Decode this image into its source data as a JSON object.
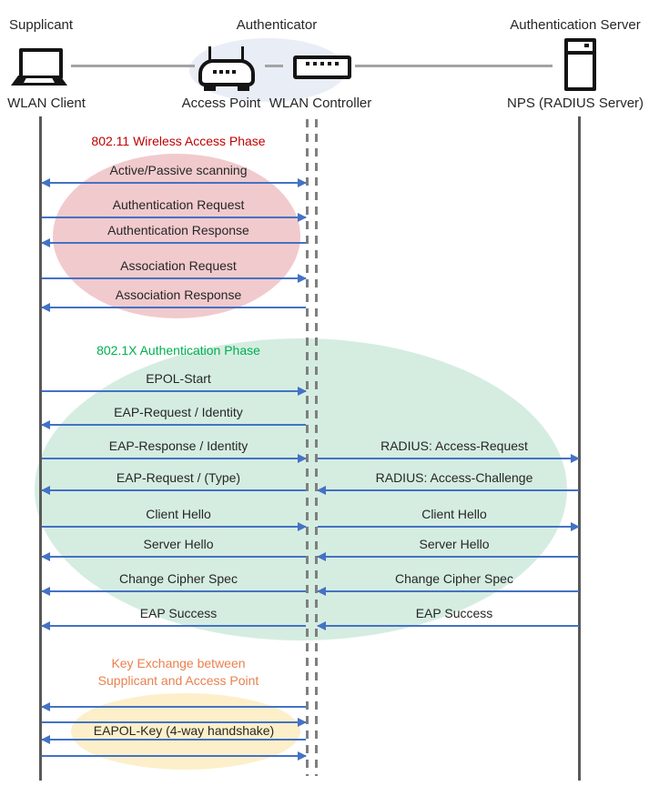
{
  "palette": {
    "arrow_blue": "#4472C4",
    "lifeline_gray": "#595959",
    "dashed_lifeline_gray": "#7F7F7F",
    "connector_gray": "#A3A3A3",
    "text_dark": "#262626",
    "phase1_title_red": "#C00000",
    "phase1_fill_pink": "#F1CACD",
    "phase2_title_green": "#00B050",
    "phase2_fill_mint": "#D5EDE1",
    "phase3_title_orange": "#E8814F",
    "phase3_fill_yellow": "#FDEFC9",
    "authenticator_fill_blue": "#E9EDF6",
    "icon_black": "#141414"
  },
  "actors": {
    "supplicant": {
      "role": "Supplicant",
      "device": "WLAN Client",
      "icon": "laptop-icon"
    },
    "authenticator": {
      "role": "Authenticator",
      "devices": [
        "Access Point",
        "WLAN Controller"
      ],
      "icons": [
        "access-point-icon",
        "wlan-controller-icon"
      ]
    },
    "authentication_server": {
      "role": "Authentication Server",
      "device": "NPS (RADIUS Server)",
      "icon": "server-icon"
    }
  },
  "phases": [
    {
      "name": "802.11 Wireless Access Phase",
      "title_color": "#C00000",
      "between": [
        "WLAN Client",
        "WLAN Controller"
      ],
      "messages": [
        {
          "label": "Active/Passive scanning",
          "dir": "both"
        },
        {
          "label": "Authentication Request",
          "dir": "right"
        },
        {
          "label": "Authentication Response",
          "dir": "left"
        },
        {
          "label": "Association Request",
          "dir": "right"
        },
        {
          "label": "Association Response",
          "dir": "left"
        }
      ]
    },
    {
      "name": "802.1X Authentication Phase",
      "title_color": "#00B050",
      "client_to_controller": [
        {
          "label": "EPOL-Start",
          "dir": "right"
        },
        {
          "label": "EAP-Request / Identity",
          "dir": "left"
        },
        {
          "label": "EAP-Response / Identity",
          "dir": "right"
        },
        {
          "label": "EAP-Request / (Type)",
          "dir": "left"
        },
        {
          "label": "Client Hello",
          "dir": "right"
        },
        {
          "label": "Server Hello",
          "dir": "left"
        },
        {
          "label": "Change Cipher Spec",
          "dir": "left"
        },
        {
          "label": "EAP Success",
          "dir": "left"
        }
      ],
      "controller_to_server": [
        {
          "label": "RADIUS: Access-Request",
          "dir": "right"
        },
        {
          "label": "RADIUS: Access-Challenge",
          "dir": "left"
        },
        {
          "label": "Client Hello",
          "dir": "right"
        },
        {
          "label": "Server Hello",
          "dir": "left"
        },
        {
          "label": "Change Cipher Spec",
          "dir": "left"
        },
        {
          "label": "EAP Success",
          "dir": "left"
        }
      ]
    },
    {
      "name": "Key Exchange between Supplicant and Access Point",
      "title_line1": "Key Exchange between",
      "title_line2": "Supplicant and Access Point",
      "title_color": "#E8814F",
      "messages": [
        {
          "label": "",
          "dir": "left"
        },
        {
          "label": "",
          "dir": "right"
        },
        {
          "label": "EAPOL-Key (4-way handshake)",
          "dir": "left"
        },
        {
          "label": "",
          "dir": "right"
        }
      ]
    }
  ]
}
